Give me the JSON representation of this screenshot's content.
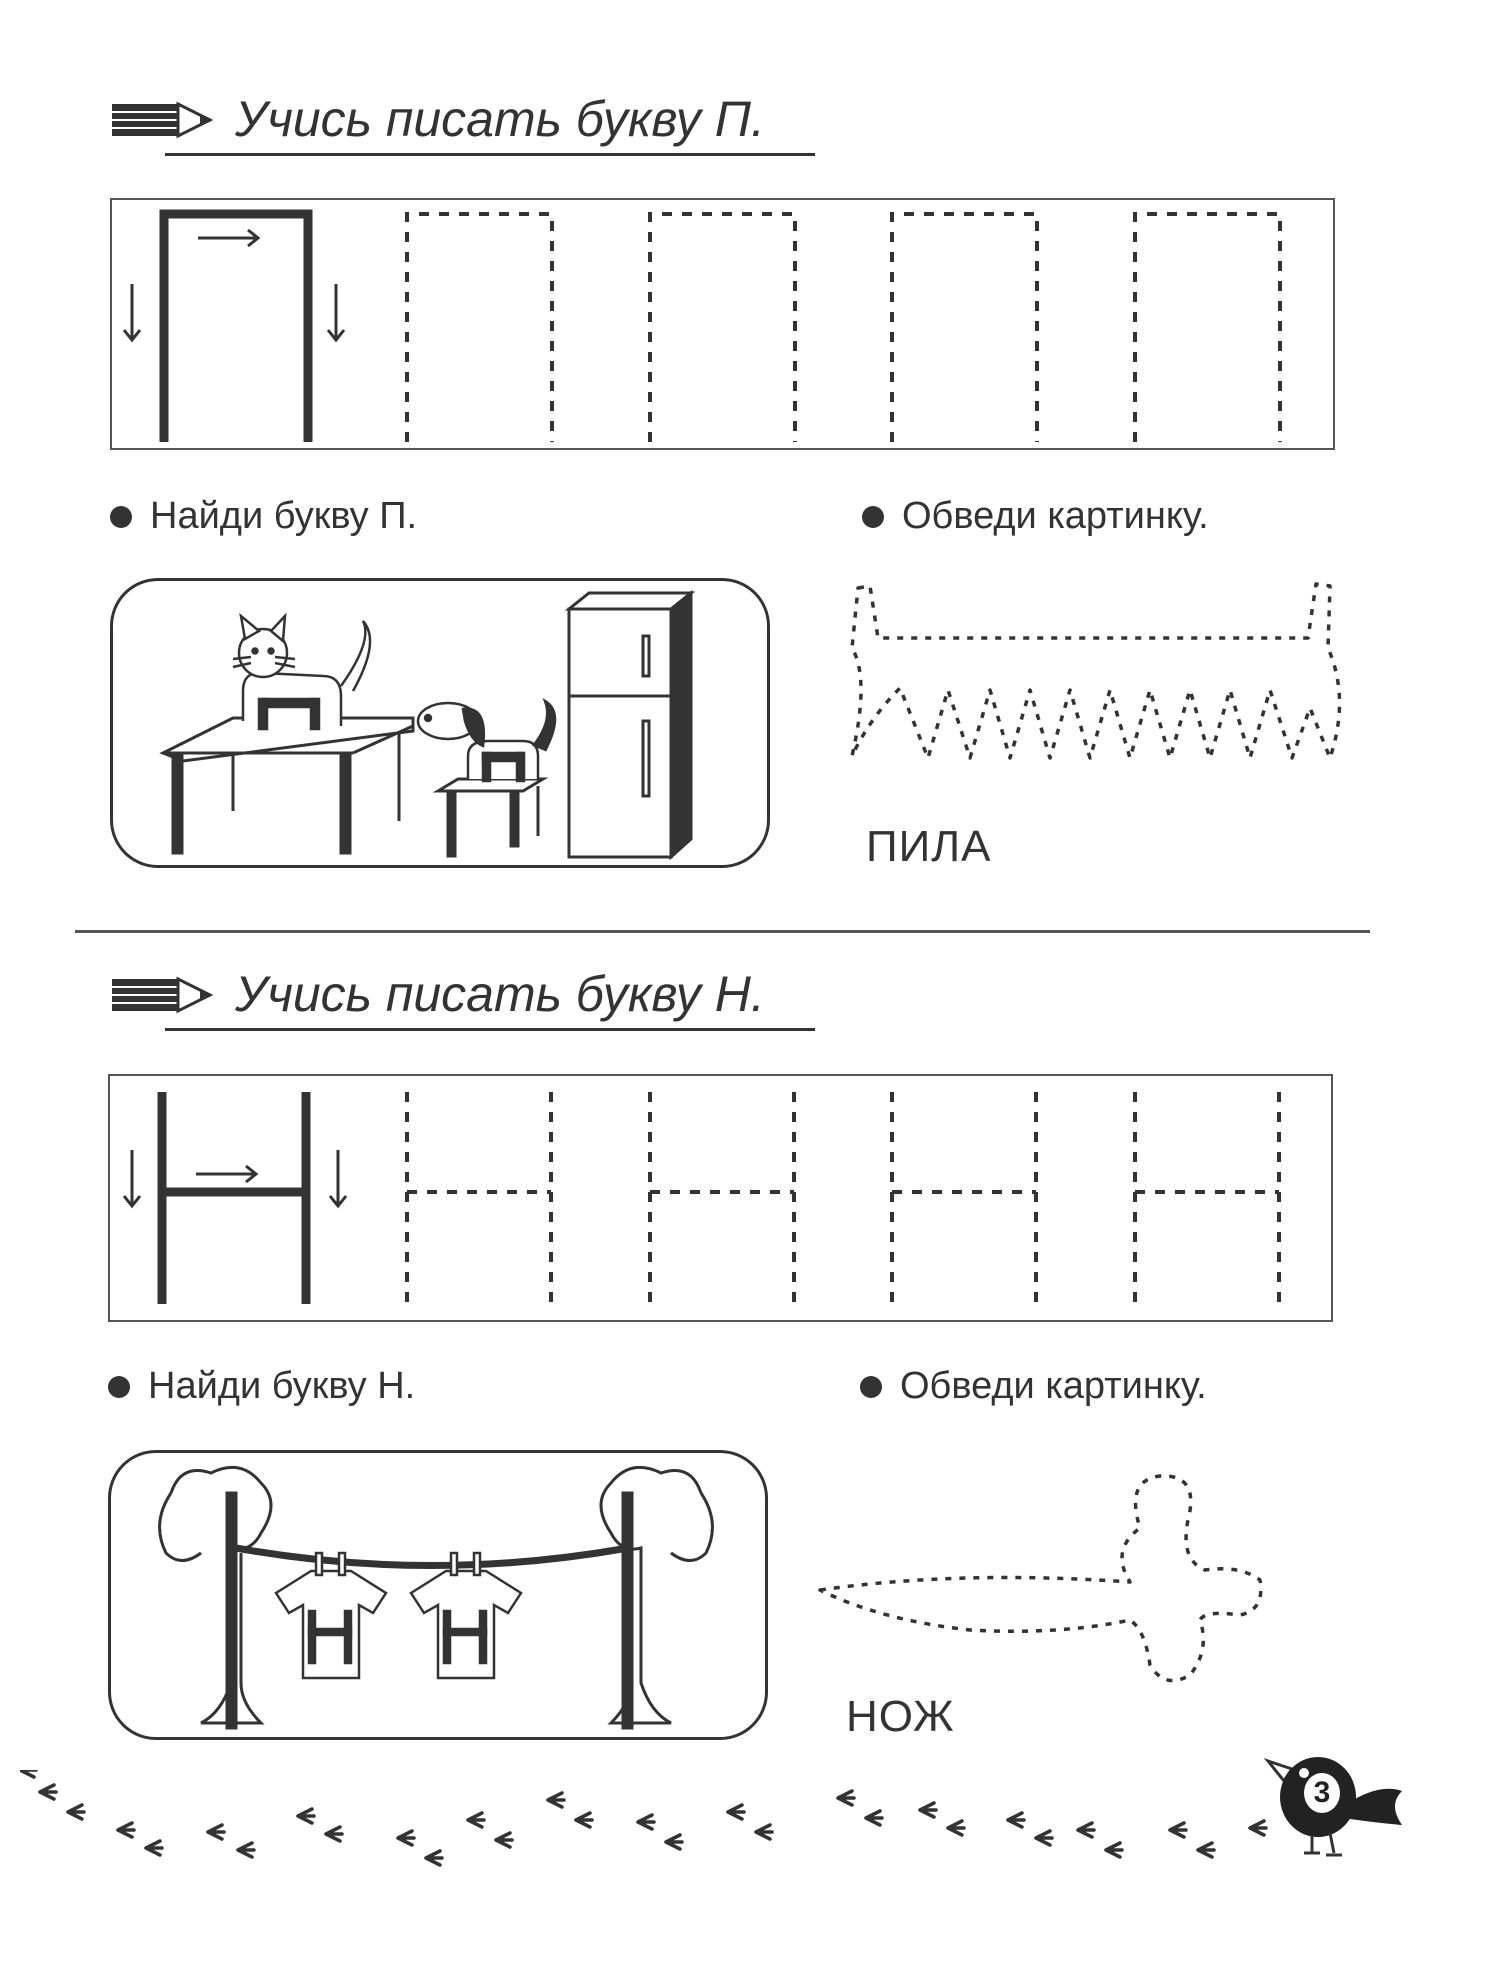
{
  "section_p": {
    "heading": "Учись писать букву П.",
    "find_label": "Найди букву П.",
    "trace_label": "Обведи картинку.",
    "trace_word": "ПИЛА",
    "picture_items": [
      "cat",
      "table",
      "dog",
      "stool",
      "refrigerator"
    ]
  },
  "section_n": {
    "heading": "Учись писать букву Н.",
    "find_label": "Найди букву Н.",
    "trace_label": "Обведи картинку.",
    "trace_word": "НОЖ",
    "picture_items": [
      "tree",
      "clothesline",
      "shirt",
      "shirt",
      "tree"
    ]
  },
  "page_number": "3",
  "icons": [
    "pencil-icon",
    "arrow-right-icon",
    "arrow-down-icon",
    "bird-icon",
    "bird-footprints-icon"
  ],
  "colors": {
    "ink": "#333333",
    "paper": "#ffffff"
  }
}
